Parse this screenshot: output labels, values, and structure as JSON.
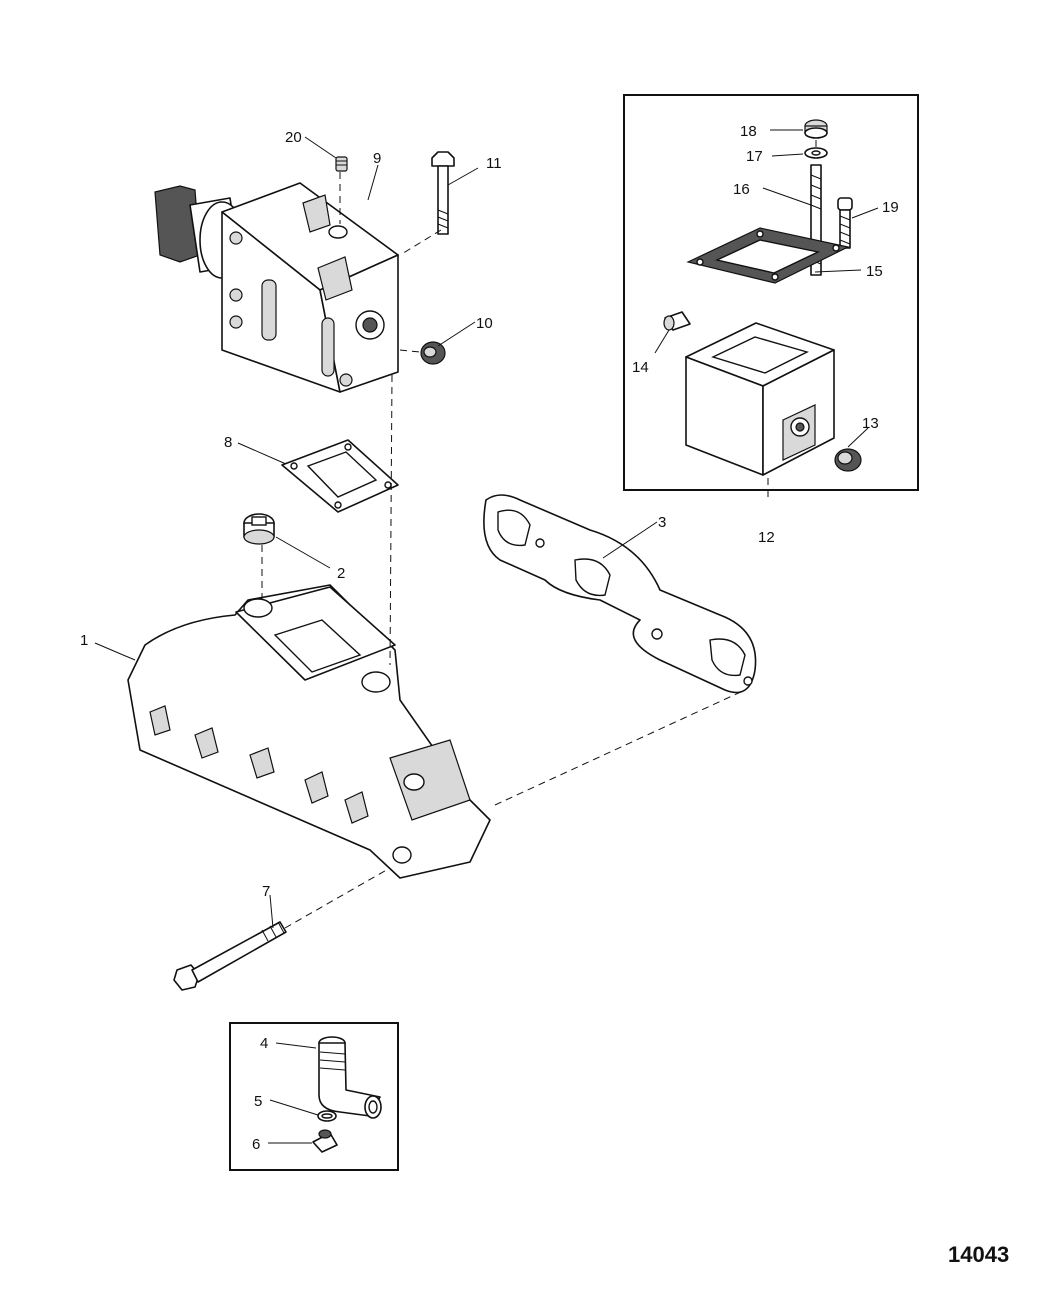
{
  "diagram": {
    "figure_number": "14043",
    "callouts": {
      "c1": "1",
      "c2": "2",
      "c3": "3",
      "c4": "4",
      "c5": "5",
      "c6": "6",
      "c7": "7",
      "c8": "8",
      "c9": "9",
      "c10": "10",
      "c11": "11",
      "c12": "12",
      "c13": "13",
      "c14": "14",
      "c15": "15",
      "c16": "16",
      "c17": "17",
      "c18": "18",
      "c19": "19",
      "c20": "20"
    }
  }
}
